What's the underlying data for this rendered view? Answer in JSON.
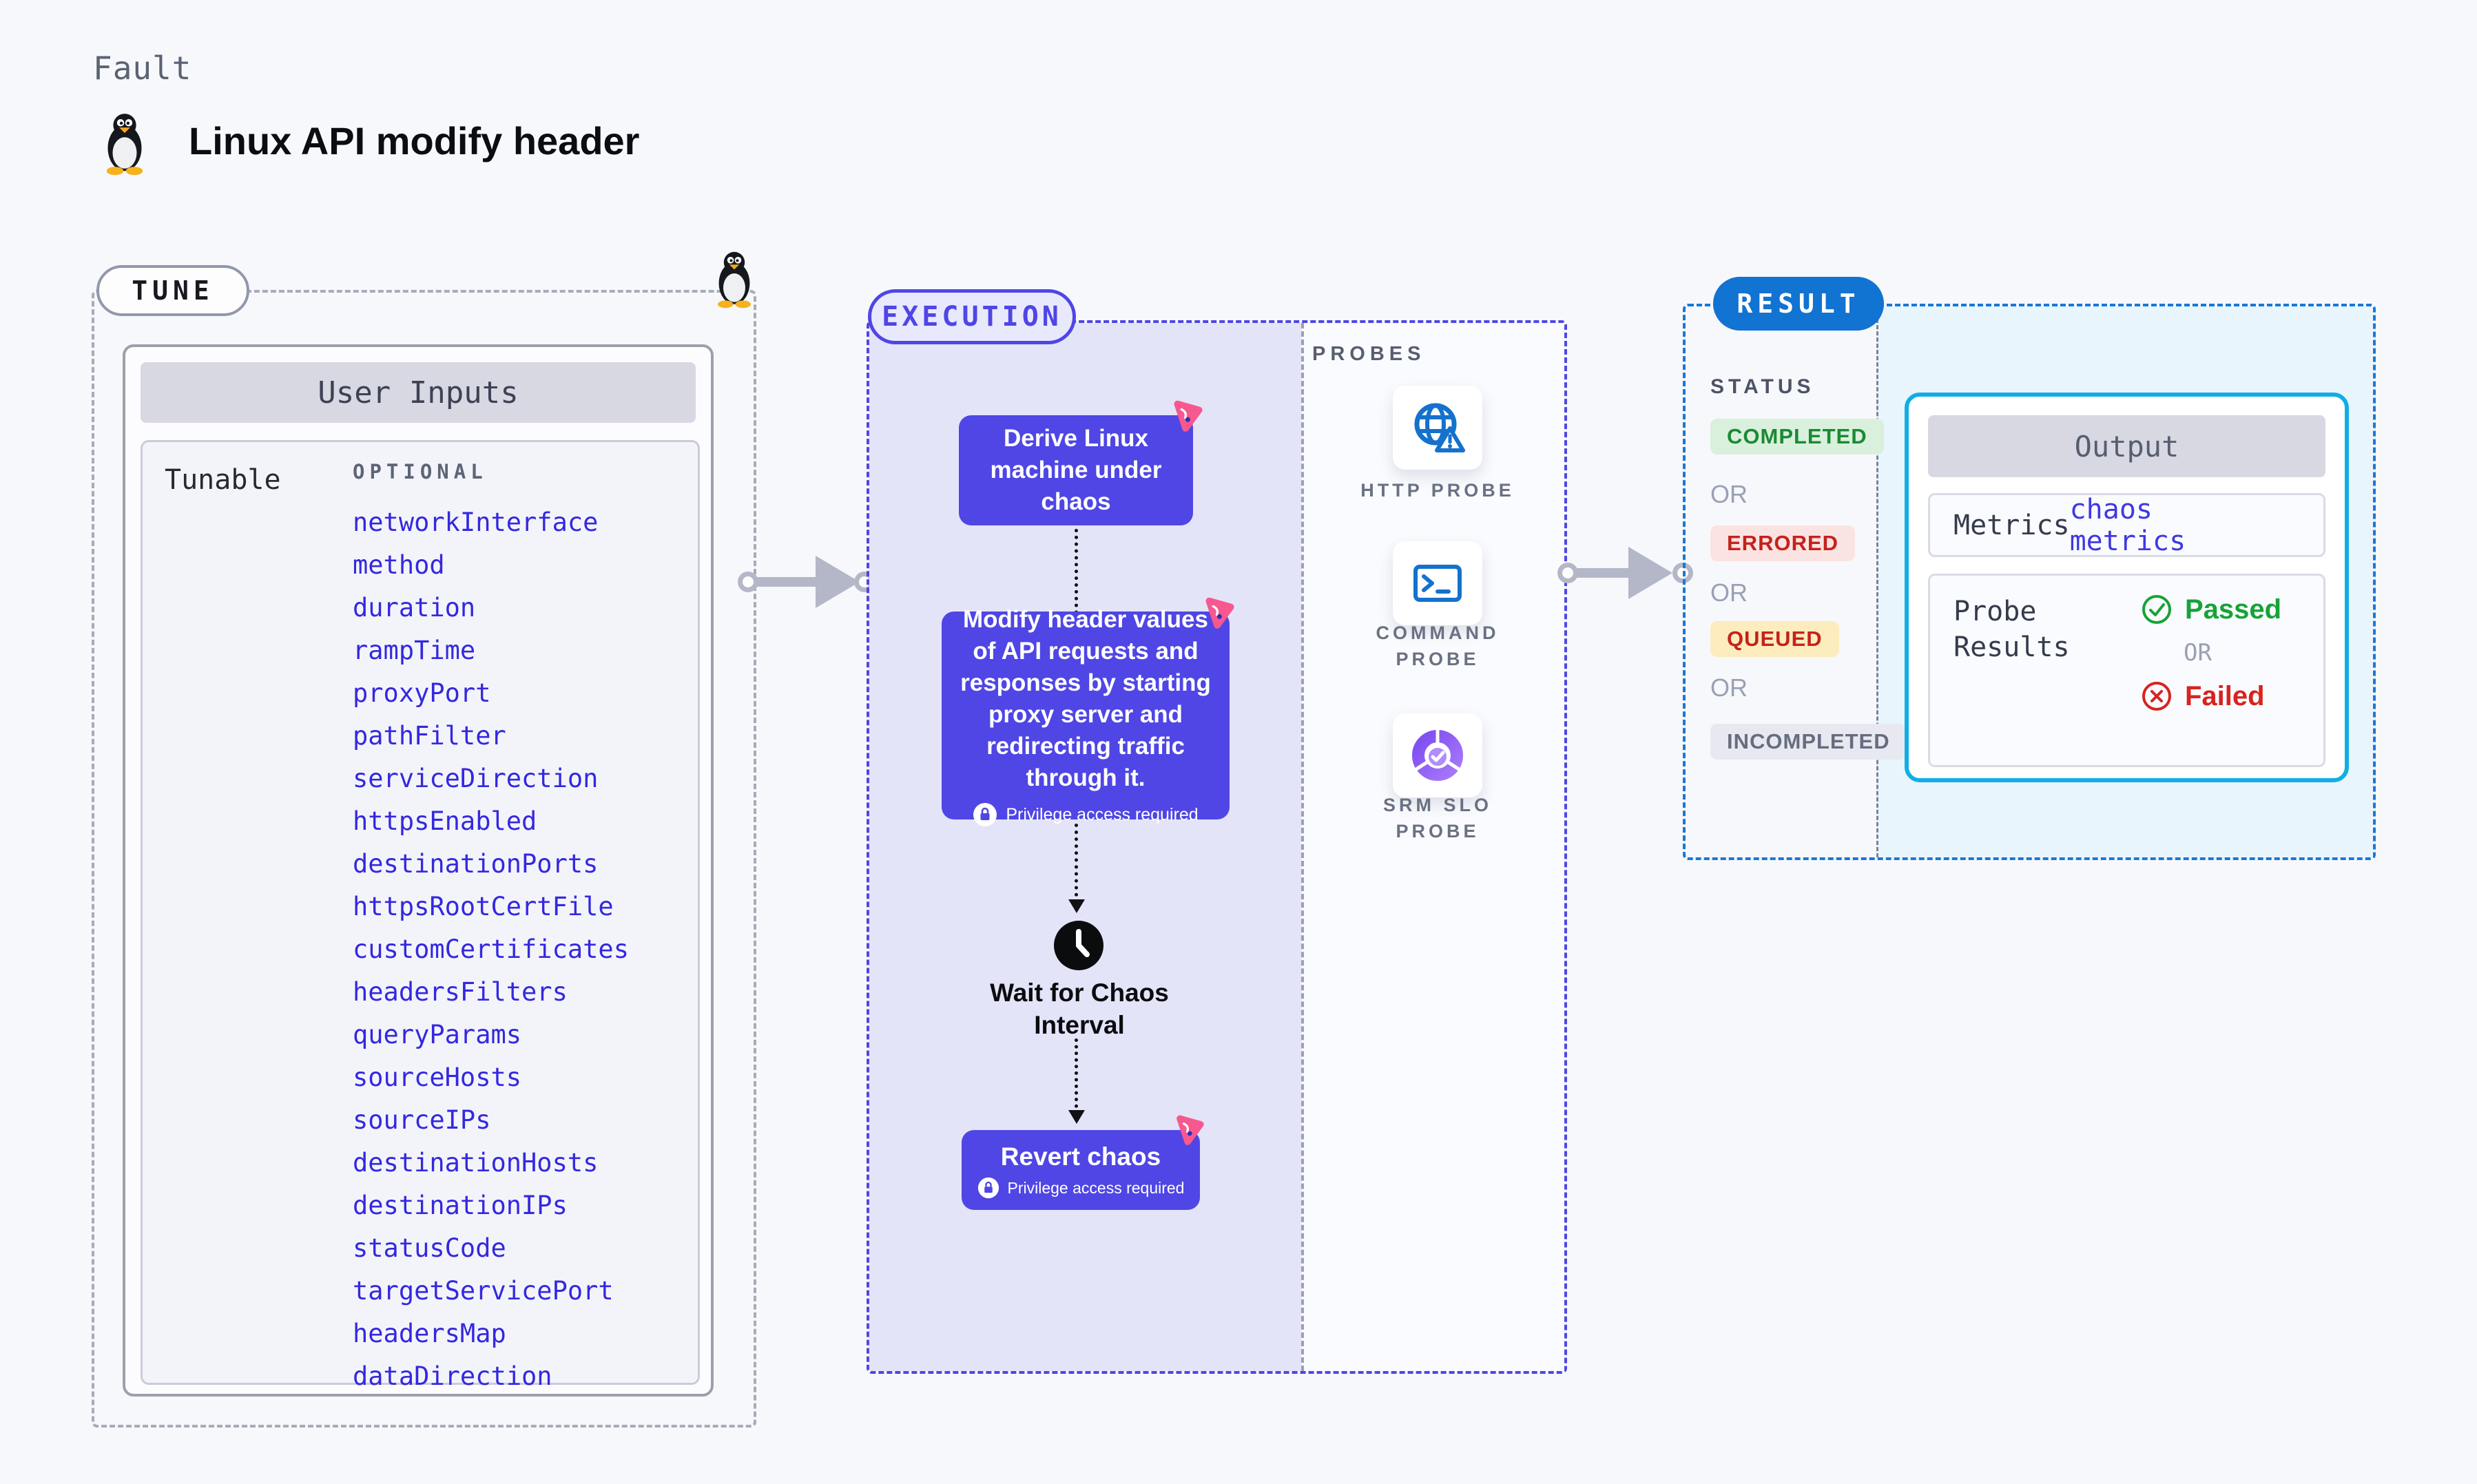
{
  "header": {
    "kicker": "Fault",
    "title": "Linux API modify header"
  },
  "tune": {
    "badge": "TUNE",
    "card_title": "User Inputs",
    "row_label": "Tunable",
    "column_label": "OPTIONAL",
    "params": [
      "networkInterface",
      "method",
      "duration",
      "rampTime",
      "proxyPort",
      "pathFilter",
      "serviceDirection",
      "httpsEnabled",
      "destinationPorts",
      "httpsRootCertFile",
      "customCertificates",
      "headersFilters",
      "queryParams",
      "sourceHosts",
      "sourceIPs",
      "destinationHosts",
      "destinationIPs",
      "statusCode",
      "targetServicePort",
      "headersMap",
      "dataDirection"
    ]
  },
  "execution": {
    "badge": "EXECUTION",
    "derive_step": "Derive Linux machine under chaos",
    "modify_step": "Modify header values of API requests and responses by starting proxy server and redirecting traffic through it.",
    "wait_step": "Wait for Chaos Interval",
    "revert_step": "Revert chaos",
    "privilege_note": "Privilege access required"
  },
  "probes": {
    "label": "PROBES",
    "items": [
      {
        "label": "HTTP PROBE",
        "icon": "http-probe-icon"
      },
      {
        "label": "COMMAND PROBE",
        "icon": "command-probe-icon"
      },
      {
        "label": "SRM SLO PROBE",
        "icon": "srm-slo-probe-icon"
      }
    ]
  },
  "result": {
    "badge": "RESULT",
    "status_label": "STATUS",
    "or_label": "OR",
    "statuses": [
      {
        "label": "COMPLETED",
        "bg": "#d9f0dc",
        "fg": "#1b8a35"
      },
      {
        "label": "ERRORED",
        "bg": "#fbe3e2",
        "fg": "#c5221c"
      },
      {
        "label": "QUEUED",
        "bg": "#fcecbe",
        "fg": "#c5221c"
      },
      {
        "label": "INCOMPLETED",
        "bg": "#e8e9f0",
        "fg": "#666d80"
      }
    ],
    "output": {
      "title": "Output",
      "metrics_label": "Metrics",
      "metrics_link": "chaos metrics",
      "probe_results_label": "Probe Results",
      "passed_label": "Passed",
      "failed_label": "Failed"
    }
  },
  "colors": {
    "accent_indigo": "#4f46e5",
    "param_link": "#3428e0",
    "lavender_panel": "#e4e4f9",
    "result_blue": "#1173d2",
    "output_border_cyan": "#10aee4",
    "output_bg": "#e9f5fc",
    "chaos_pink": "#f7588f",
    "probe_icon_blue": "#1472cc",
    "srm_purple": "#8b5cf6",
    "passed_green": "#17a338",
    "failed_red": "#d8231d"
  }
}
